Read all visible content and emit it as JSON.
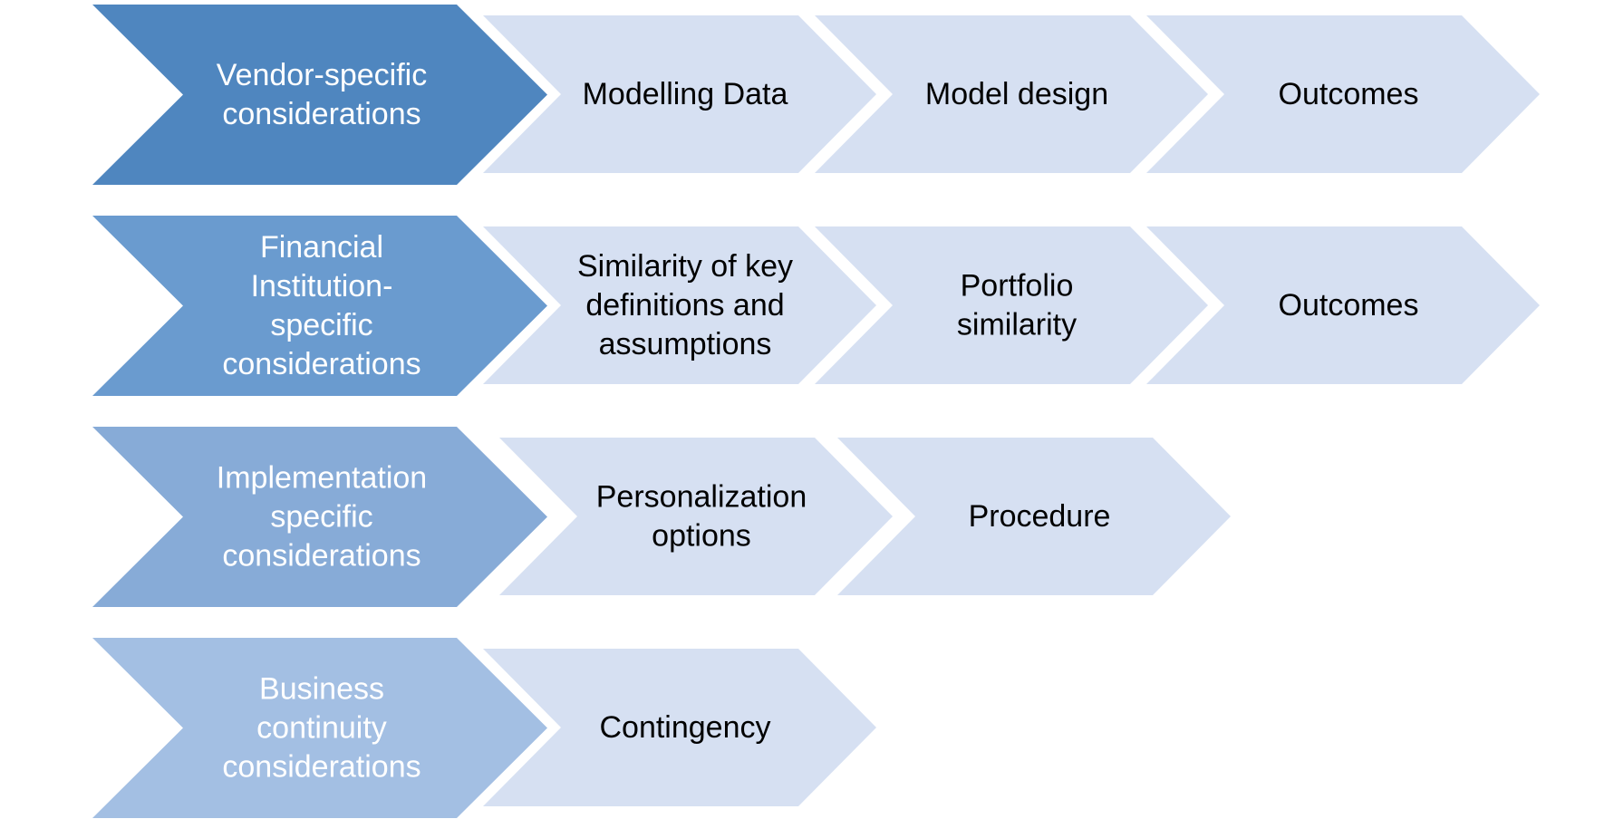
{
  "colors": {
    "background": "#ffffff",
    "detail_fill": "#d6e0f2",
    "category_text": "#ffffff",
    "detail_text": "#000000"
  },
  "rows": [
    {
      "category": {
        "label": "Vendor-specific considerations",
        "lines": [
          "Vendor-specific",
          "considerations"
        ],
        "color": "#4f86bf"
      },
      "steps": [
        {
          "label": "Modelling Data",
          "lines": [
            "Modelling Data"
          ]
        },
        {
          "label": "Model design",
          "lines": [
            "Model design"
          ]
        },
        {
          "label": "Outcomes",
          "lines": [
            "Outcomes"
          ]
        }
      ]
    },
    {
      "category": {
        "label": "Financial Institution-specific considerations",
        "lines": [
          "Financial",
          "Institution-",
          "specific",
          "considerations"
        ],
        "color": "#6a9bcf"
      },
      "steps": [
        {
          "label": "Similarity of key definitions and assumptions",
          "lines": [
            "Similarity of key",
            "definitions and",
            "assumptions"
          ]
        },
        {
          "label": "Portfolio similarity",
          "lines": [
            "Portfolio",
            "similarity"
          ]
        },
        {
          "label": "Outcomes",
          "lines": [
            "Outcomes"
          ]
        }
      ]
    },
    {
      "category": {
        "label": "Implementation specific considerations",
        "lines": [
          "Implementation",
          "specific",
          "considerations"
        ],
        "color": "#87abd7"
      },
      "steps": [
        {
          "label": "Personalization options",
          "lines": [
            "Personalization",
            "options"
          ]
        },
        {
          "label": "Procedure",
          "lines": [
            "Procedure"
          ]
        }
      ]
    },
    {
      "category": {
        "label": "Business continuity considerations",
        "lines": [
          "Business",
          "continuity",
          "considerations"
        ],
        "color": "#a3bfe3"
      },
      "steps": [
        {
          "label": "Contingency",
          "lines": [
            "Contingency"
          ]
        }
      ]
    }
  ]
}
